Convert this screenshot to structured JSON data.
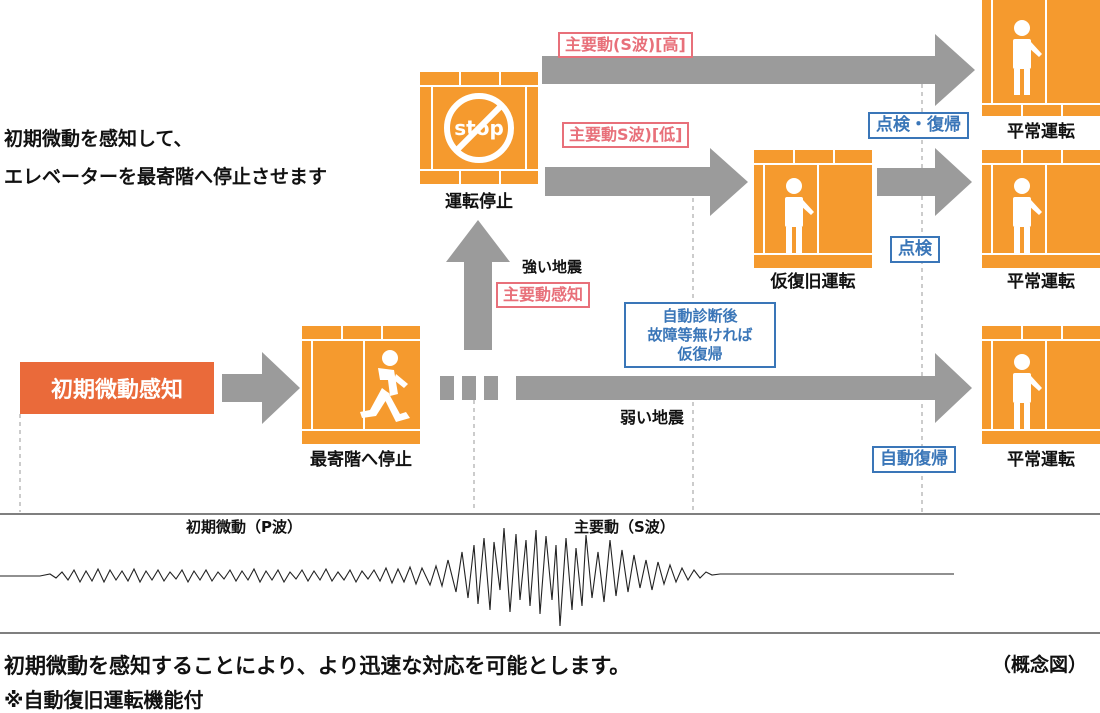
{
  "intro": {
    "line1": "初期微動を感知して、",
    "line2": "エレベーターを最寄階へ停止させます"
  },
  "detect_label": "初期微動感知",
  "nearest_stop_label": "最寄階へ停止",
  "operation_stop_label": "運転停止",
  "temp_restore_label": "仮復旧運転",
  "normal_label": "平常運転",
  "stop_sign_text": "stop",
  "strong_quake": {
    "text": "強い地震",
    "tag": "主要動感知"
  },
  "weak_quake": "弱い地震",
  "s_wave_high": "主要動(S波)[高]",
  "s_wave_low": "主要動S波)[低]",
  "inspect_restore": "点検・復帰",
  "inspect": "点検",
  "auto_restore": "自動復帰",
  "self_diag": {
    "line1": "自動診断後",
    "line2": "故障等無ければ",
    "line3": "仮復帰"
  },
  "wave": {
    "p_label": "初期微動（P波）",
    "s_label": "主要動（S波）"
  },
  "footer": {
    "caption": "初期微動を感知することにより、より迅速な対応を可能とします。",
    "note": "（概念図）",
    "feature": "※自動復旧運転機能付"
  },
  "colors": {
    "orange": "#f59a2e",
    "red_accent": "#e8707a",
    "blue_accent": "#3a76b8",
    "arrow_gray": "#9b9b9b",
    "detect_box": "#ea6a3a"
  },
  "icons": [
    "stop-sign-icon",
    "running-person-icon",
    "standing-person-icon",
    "arrow-right-icon",
    "arrow-up-icon"
  ]
}
